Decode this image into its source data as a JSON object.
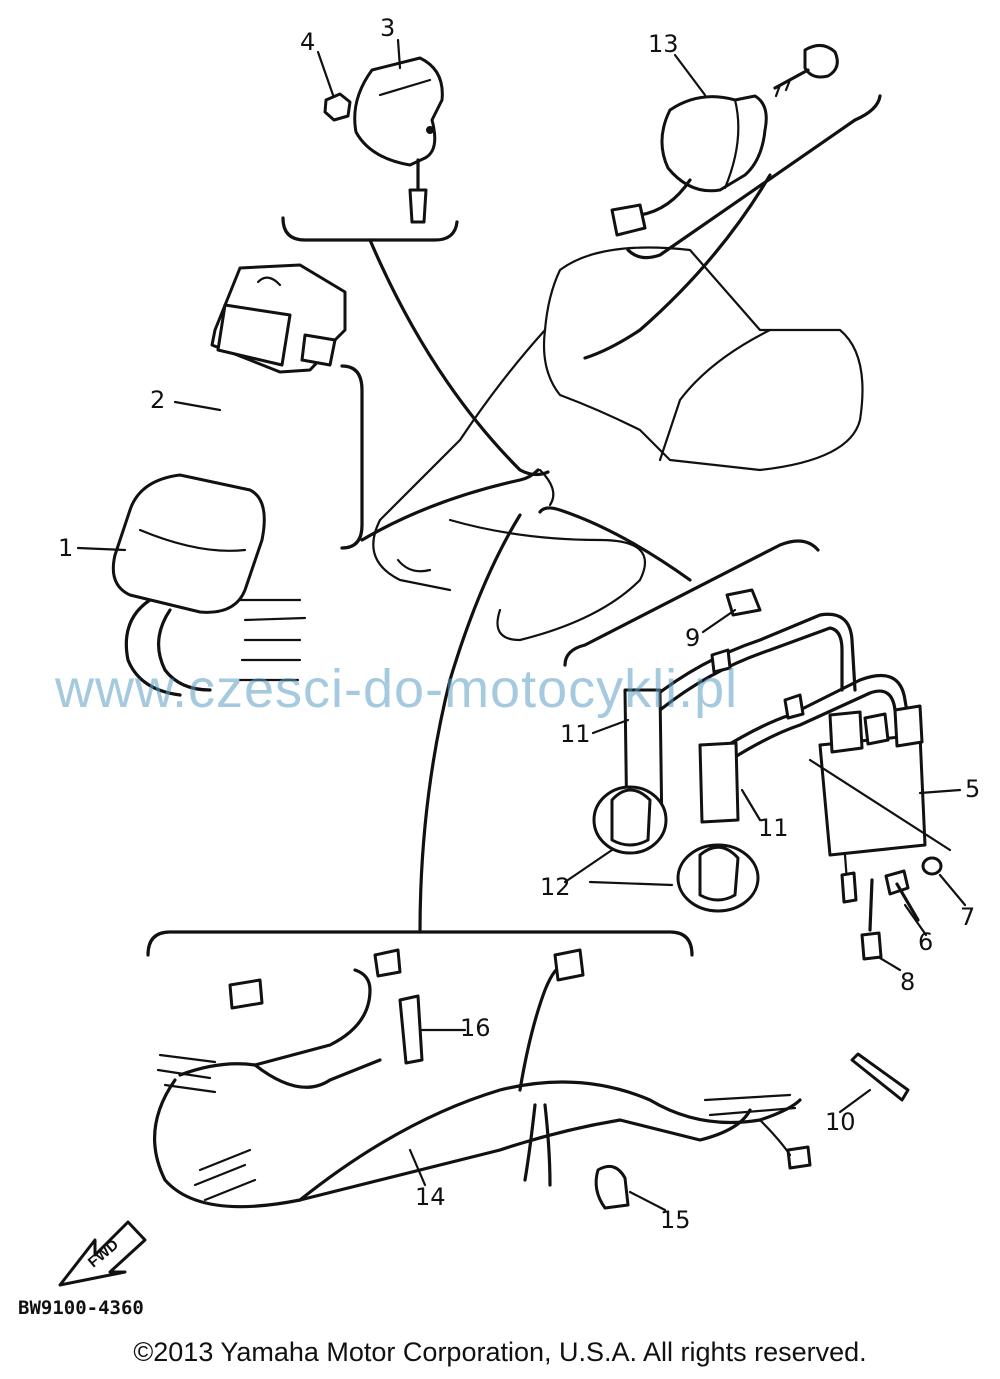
{
  "callouts": {
    "c1": "1",
    "c2": "2",
    "c3": "3",
    "c4": "4",
    "c5": "5",
    "c6": "6",
    "c7": "7",
    "c8": "8",
    "c9": "9",
    "c10": "10",
    "c11a": "11",
    "c11b": "11",
    "c12": "12",
    "c13": "13",
    "c14": "14",
    "c15": "15",
    "c16": "16"
  },
  "direction_arrow": "FWD",
  "part_code": "BW9100-4360",
  "watermark": "www.czesci-do-motocykli.pl",
  "copyright": "©2013 Yamaha Motor Corporation, U.S.A. All rights reserved."
}
